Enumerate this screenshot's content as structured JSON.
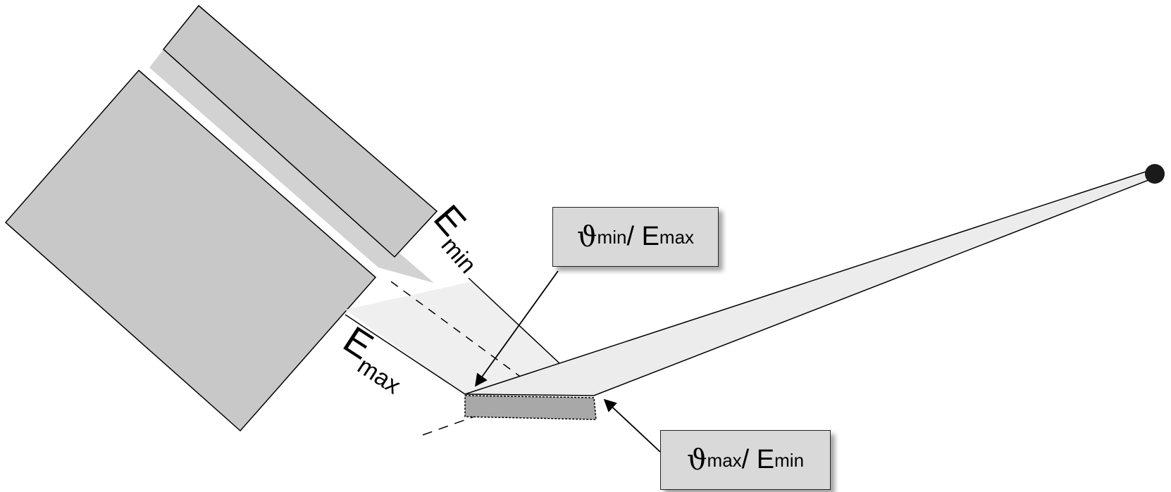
{
  "colors": {
    "background": "#ffffff",
    "crystal_fill": "#c8c8c8",
    "callout_fill": "#d9d9d9",
    "beam_fill": "#ebebeb",
    "stroke": "#000000"
  },
  "labels": {
    "e_min": {
      "main": "E",
      "sub": "min"
    },
    "e_max": {
      "main": "E",
      "sub": "max"
    }
  },
  "callouts": {
    "theta_min": {
      "symbol": "ϑ",
      "sub": "min",
      "sep": " / E",
      "esub": "max"
    },
    "theta_max": {
      "symbol": "ϑ",
      "sub": "max",
      "sep": " / E",
      "esub": "min"
    }
  },
  "icons": {
    "source": "x-ray-source-dot",
    "arrows": "arrow-icon"
  }
}
